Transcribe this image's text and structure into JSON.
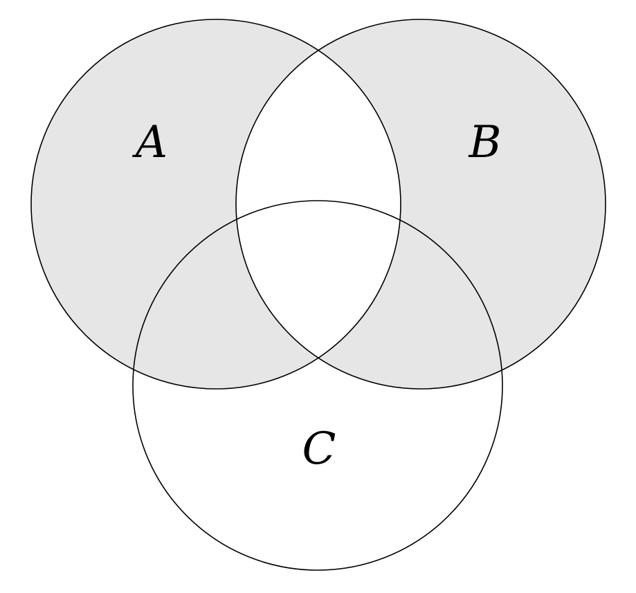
{
  "diagram": {
    "type": "venn",
    "sets": {
      "a": {
        "label": "A"
      },
      "b": {
        "label": "B"
      },
      "c": {
        "label": "C"
      }
    },
    "shaded_expression": "(A ∪ B) − (A ∩ B)",
    "regions": [
      {
        "region": "A only",
        "shaded": true
      },
      {
        "region": "B only",
        "shaded": true
      },
      {
        "region": "A ∩ B only",
        "shaded": false
      },
      {
        "region": "A ∩ C only",
        "shaded": true
      },
      {
        "region": "B ∩ C only",
        "shaded": true
      },
      {
        "region": "A ∩ B ∩ C",
        "shaded": false
      },
      {
        "region": "C only",
        "shaded": false
      },
      {
        "region": "outside all sets",
        "shaded": false
      }
    ],
    "colors": {
      "shade_fill": "#e6e6e6",
      "stroke": "#000000",
      "background": "#ffffff",
      "label_color": "#000000"
    }
  }
}
